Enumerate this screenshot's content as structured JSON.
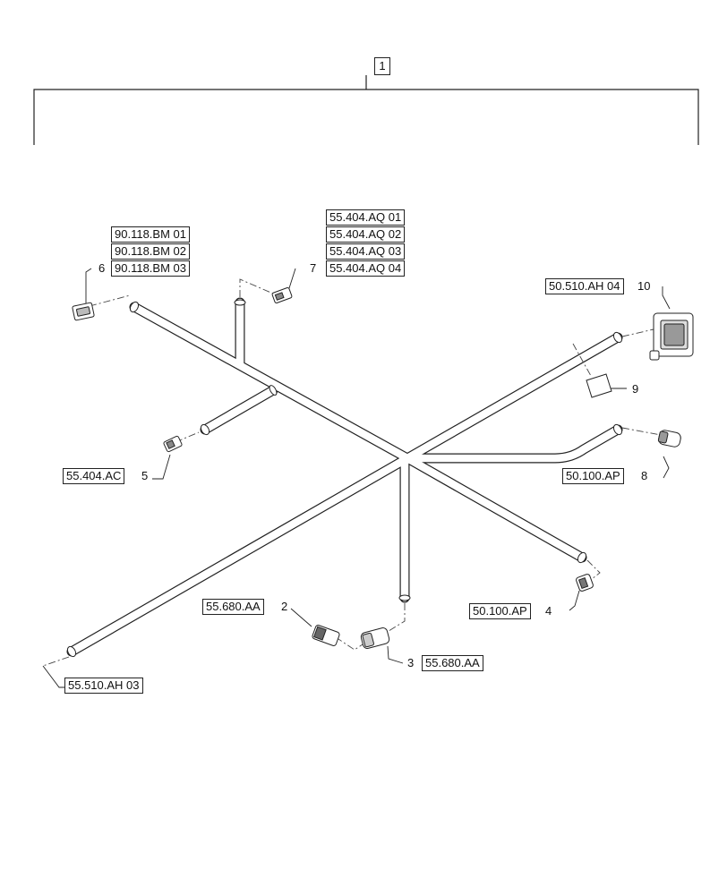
{
  "assembly": {
    "item_number": "1"
  },
  "callouts": [
    {
      "id": "2",
      "refs": [
        "55.680.AA"
      ]
    },
    {
      "id": "3",
      "refs": [
        "55.680.AA"
      ]
    },
    {
      "id": "4",
      "refs": [
        "50.100.AP"
      ]
    },
    {
      "id": "5",
      "refs": [
        "55.404.AC"
      ]
    },
    {
      "id": "6",
      "refs": [
        "90.118.BM 01",
        "90.118.BM 02",
        "90.118.BM 03"
      ]
    },
    {
      "id": "7",
      "refs": [
        "55.404.AQ 01",
        "55.404.AQ 02",
        "55.404.AQ 03",
        "55.404.AQ 04"
      ]
    },
    {
      "id": "8",
      "refs": [
        "50.100.AP"
      ]
    },
    {
      "id": "9",
      "refs": []
    },
    {
      "id": "10",
      "refs": [
        "50.510.AH 04"
      ]
    }
  ],
  "harness_end_ref": "55.510.AH 03",
  "colors": {
    "line": "#222222",
    "tube_fill": "#ffffff"
  }
}
